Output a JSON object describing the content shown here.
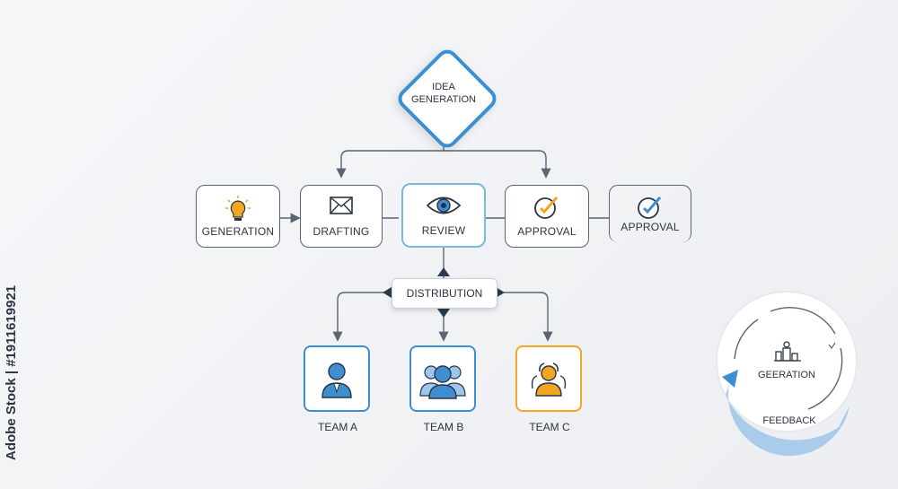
{
  "top_node": {
    "line1": "IDEA",
    "line2": "GENERATION"
  },
  "stages": [
    {
      "label": "GENERATION",
      "icon": "lightbulb-icon"
    },
    {
      "label": "DRAFTING",
      "icon": "envelope-icon"
    },
    {
      "label": "REVIEW",
      "icon": "eye-icon"
    },
    {
      "label": "APPROVAL",
      "icon": "checkmark-icon"
    },
    {
      "label": "APPROVAL",
      "icon": "checkmark-icon"
    }
  ],
  "distribution": {
    "label": "DISTRIBUTION"
  },
  "teams": [
    {
      "label": "TEAM A",
      "icon": "person-icon",
      "color": "#3d8fd1"
    },
    {
      "label": "TEAM B",
      "icon": "group-icon",
      "color": "#3d8fd1"
    },
    {
      "label": "TEAM C",
      "icon": "group-icon",
      "color": "#f2a623"
    }
  ],
  "cycle": {
    "center_label": "GEERATION",
    "arrow_label": "FEEDBACK"
  },
  "watermark": {
    "text": "Adobe Stock | #1911619921"
  },
  "colors": {
    "accent_blue": "#3d8fd1",
    "accent_orange": "#f2a623",
    "line": "#5a6472"
  }
}
